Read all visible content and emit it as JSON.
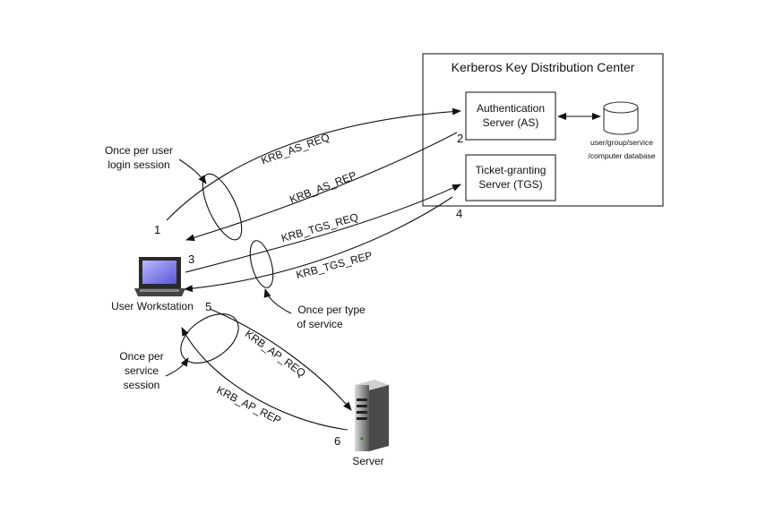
{
  "kdc": {
    "title": "Kerberos Key Distribution Center",
    "as_line1": "Authentication",
    "as_line2": "Server (AS)",
    "tgs_line1": "Ticket-granting",
    "tgs_line2": "Server (TGS)",
    "db_line1": "user/group/service",
    "db_line2": "/computer database"
  },
  "nodes": {
    "workstation": "User Workstation",
    "server": "Server"
  },
  "messages": {
    "as_req": "KRB_AS_REQ",
    "as_rep": "KRB_AS_REP",
    "tgs_req": "KRB_TGS_REQ",
    "tgs_rep": "KRB_TGS_REP",
    "ap_req": "KRB_AP_REQ",
    "ap_rep": "KRB_AP_REP"
  },
  "steps": [
    "1",
    "2",
    "3",
    "4",
    "5",
    "6"
  ],
  "notes": {
    "login_line1": "Once per user",
    "login_line2": "login session",
    "service_type_line1": "Once per type",
    "service_type_line2": "of service",
    "service_session_line1": "Once per",
    "service_session_line2": "service",
    "service_session_line3": "session"
  }
}
